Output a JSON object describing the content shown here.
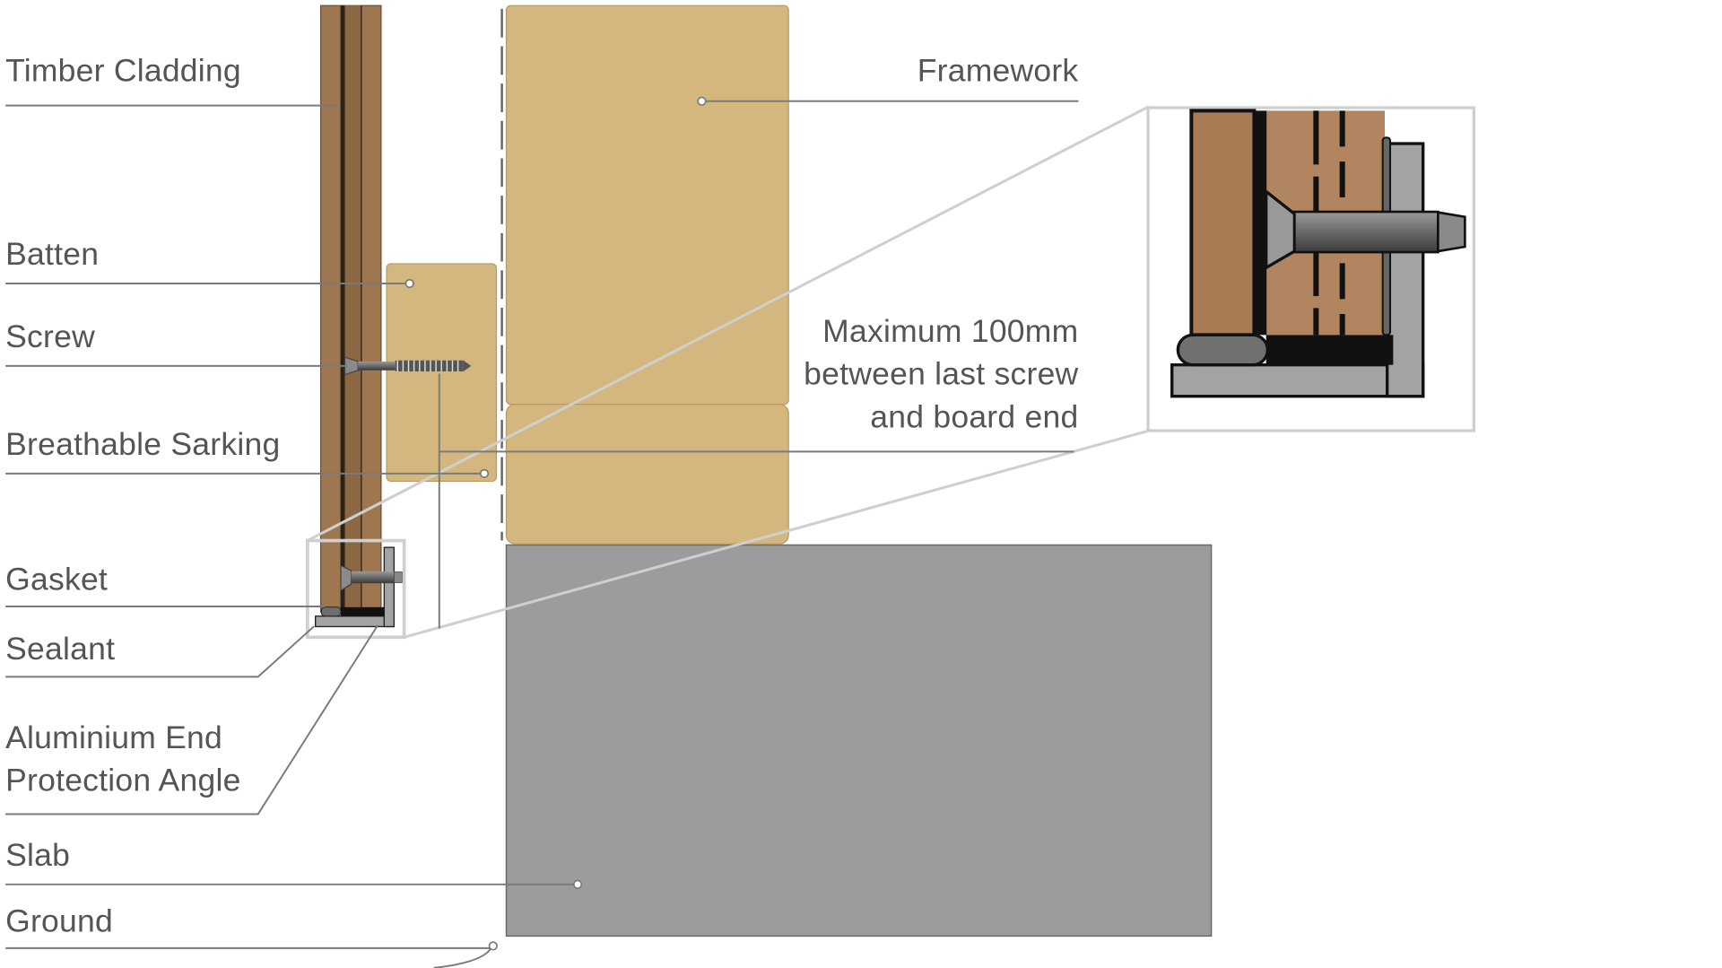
{
  "labels": {
    "timber_cladding": "Timber Cladding",
    "batten": "Batten",
    "screw": "Screw",
    "breathable_sarking": "Breathable Sarking",
    "gasket": "Gasket",
    "sealant": "Sealant",
    "aluminium_angle": [
      "Aluminium End",
      "Protection Angle"
    ],
    "slab": "Slab",
    "ground": "Ground",
    "framework": "Framework",
    "note": [
      "Maximum 100mm",
      "between last screw",
      "and board end"
    ]
  },
  "colors": {
    "framework": "#d3b77e",
    "cladding": "#9e7650",
    "slab": "#9c9c9c",
    "aluminium": "#a3a3a3",
    "text": "#555555",
    "callout_frame": "#cfcfcf"
  }
}
